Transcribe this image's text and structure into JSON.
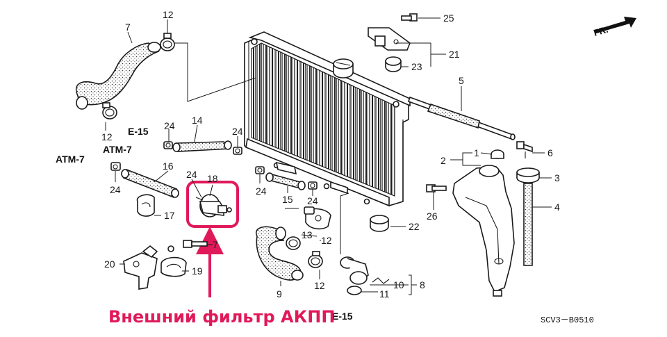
{
  "diagram": {
    "direction_label": "FR.",
    "diagram_code": "SCV3－B0510",
    "caption": "Внешний фильтр АКПП",
    "highlight_color": "#e0195a",
    "refs": {
      "e15_upper": "E-15",
      "atm7_upper": "ATM-7",
      "atm7_left": "ATM-7",
      "e15_lower": "E-15"
    },
    "callouts": {
      "c1": "1",
      "c2": "2",
      "c3": "3",
      "c4": "4",
      "c5": "5",
      "c6": "6",
      "c7a": "7",
      "c7b": "7",
      "c8": "8",
      "c9": "9",
      "c10": "10",
      "c11": "11",
      "c12a": "12",
      "c12b": "12",
      "c12c": "12",
      "c12d": "12",
      "c13": "13",
      "c14": "14",
      "c15": "15",
      "c16": "16",
      "c17": "17",
      "c18": "18",
      "c19": "19",
      "c20": "20",
      "c21": "21",
      "c22": "22",
      "c23": "23",
      "c24a": "24",
      "c24b": "24",
      "c24c": "24",
      "c24d": "24",
      "c24e": "24",
      "c24f": "24",
      "c25": "25",
      "c26": "26"
    }
  }
}
